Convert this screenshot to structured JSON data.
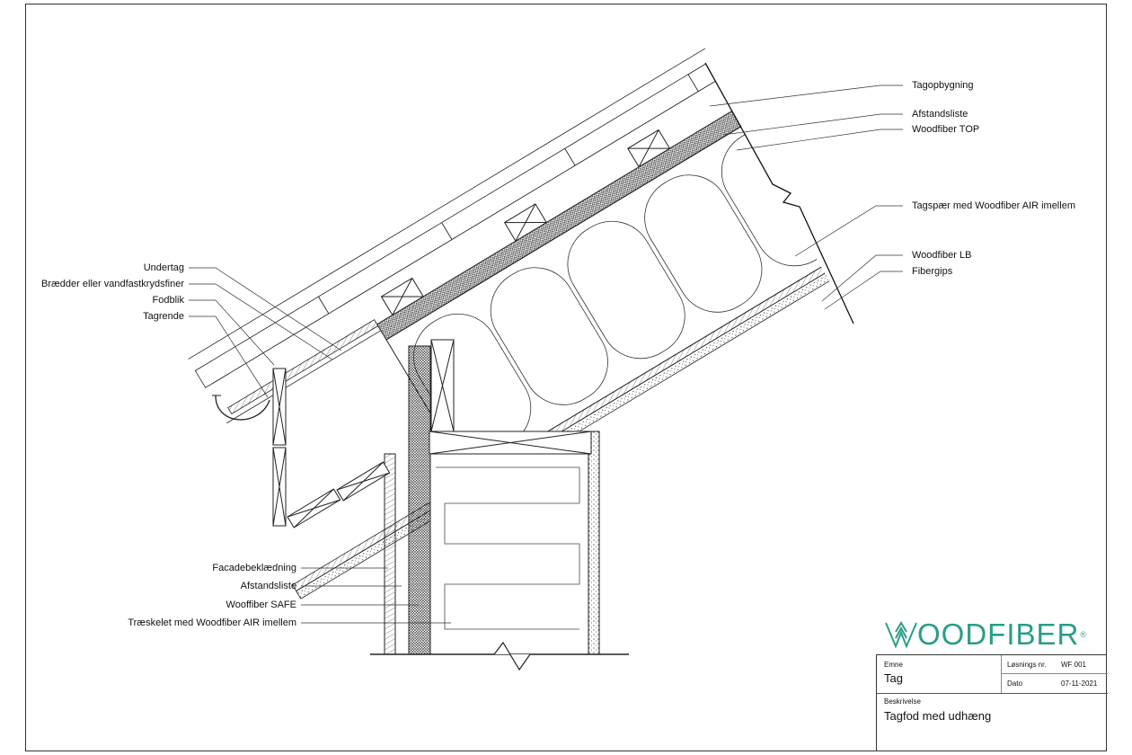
{
  "labels_left": [
    {
      "text": "Undertag"
    },
    {
      "text": "Brædder eller vandfastkrydsfiner"
    },
    {
      "text": "Fodblik"
    },
    {
      "text": "Tagrende"
    },
    {
      "text": "Facadebeklædning"
    },
    {
      "text": "Afstandsliste"
    },
    {
      "text": "Wooffiber SAFE"
    },
    {
      "text": "Træskelet med Woodfiber AIR imellem"
    }
  ],
  "labels_right": [
    {
      "text": "Tagopbygning"
    },
    {
      "text": "Afstandsliste"
    },
    {
      "text": "Woodfiber TOP"
    },
    {
      "text": "Tagspær med Woodfiber AIR imellem"
    },
    {
      "text": "Woodfiber LB"
    },
    {
      "text": "Fibergips"
    }
  ],
  "logo": {
    "text": "WOODFIBER",
    "suffix": "OODFIBER",
    "mark": "®",
    "color": "#2a9d87"
  },
  "title_block": {
    "emne_label": "Emne",
    "emne_value": "Tag",
    "losning_label": "Løsnings nr.",
    "losning_value": "WF 001",
    "dato_label": "Dato",
    "dato_value": "07-11-2021",
    "beskrivelse_label": "Beskrivelse",
    "beskrivelse_value": "Tagfod med udhæng"
  }
}
